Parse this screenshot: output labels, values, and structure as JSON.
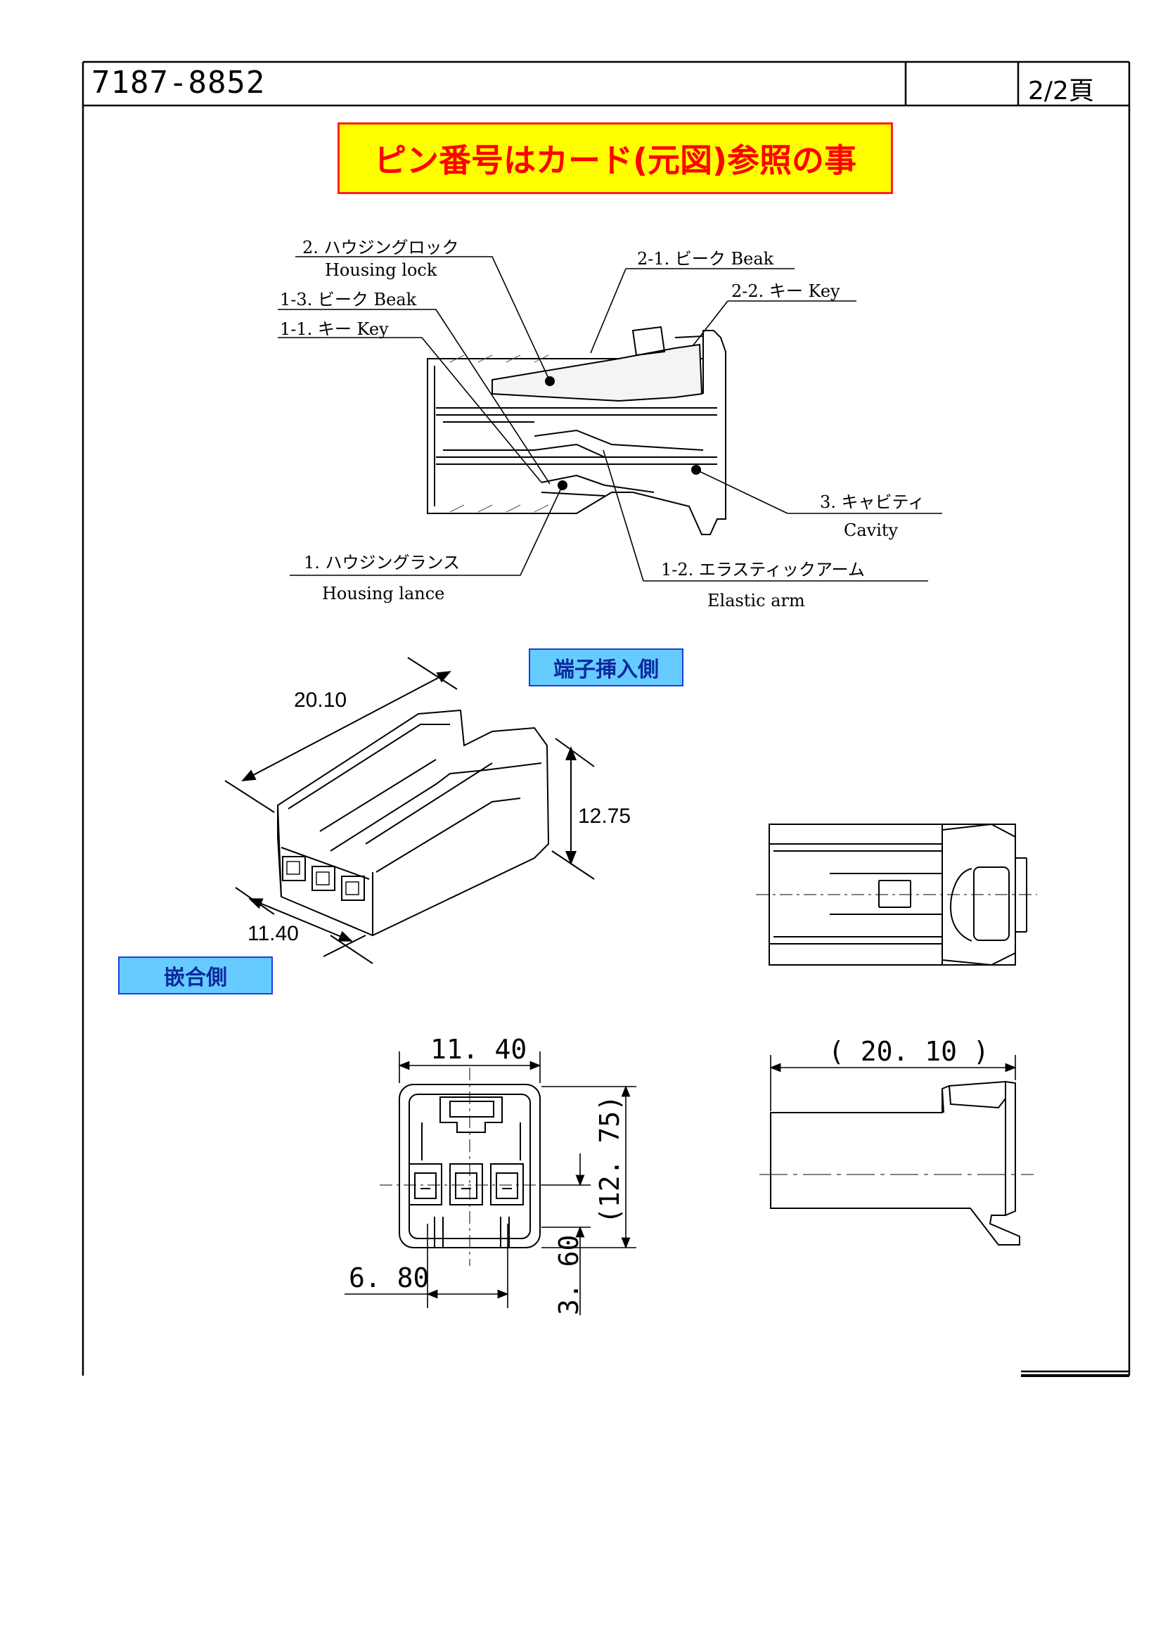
{
  "header": {
    "drawing_number": "7187-8852",
    "page": "2/2頁"
  },
  "banner": {
    "text": "ピン番号はカード(元図)参照の事"
  },
  "cross_section": {
    "labels": {
      "housing_lock_jp": "2. ハウジングロック",
      "housing_lock_en": "Housing lock",
      "beak_13": "1-3. ビーク  Beak",
      "key_11": "1-1. キー  Key",
      "beak_21": "2-1. ビーク  Beak",
      "key_22": "2-2. キー  Key",
      "cavity_jp": "3. キャビティ",
      "cavity_en": "Cavity",
      "housing_lance_jp": "1. ハウジングランス",
      "housing_lance_en": "Housing lance",
      "elastic_arm_jp": "1-2. エラスティックアーム",
      "elastic_arm_en": "Elastic arm"
    }
  },
  "iso_view": {
    "tag_insertion": "端子挿入側",
    "tag_mating": "嵌合側",
    "dim_length": "20.10",
    "dim_height": "12.75",
    "dim_width": "11.40"
  },
  "front_view": {
    "dim_width": "11. 40",
    "dim_height": "(12. 75)",
    "dim_pitch": "6. 80",
    "dim_offset": "3. 60"
  },
  "side_view": {
    "dim_length": "( 20. 10 )"
  },
  "colors": {
    "banner_bg": "#ffff00",
    "banner_text": "#ff0000",
    "tag_bg": "#66ccff",
    "tag_border": "#1a3fd6"
  }
}
